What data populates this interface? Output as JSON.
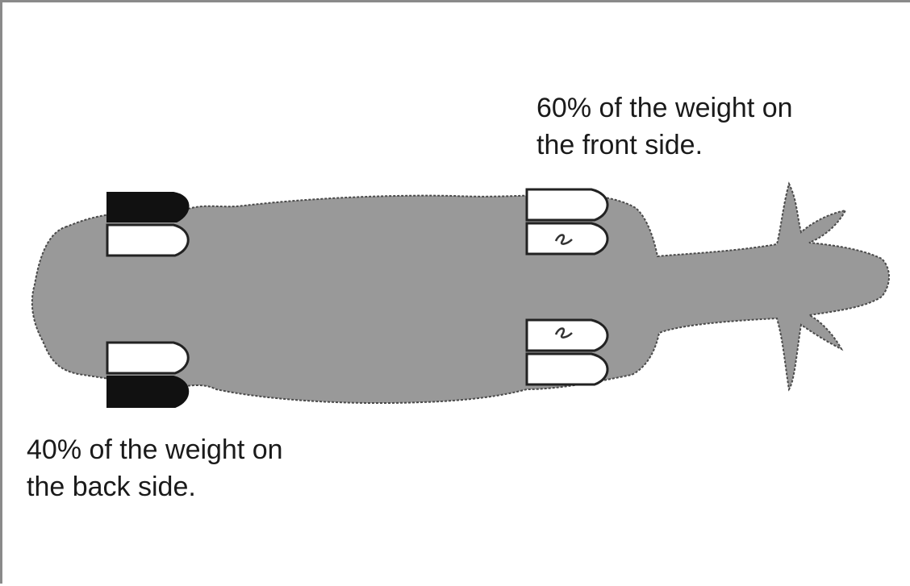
{
  "captions": {
    "front": {
      "line1": "60% of the weight on",
      "line2": "the front side."
    },
    "back": {
      "line1": "40% of the weight on",
      "line2": "the back side."
    }
  },
  "weight_distribution": {
    "front_percent": 60,
    "back_percent": 40
  },
  "colors": {
    "body_fill": "#999999",
    "outline": "#4a4a4a",
    "hoof_highlight": "#111111",
    "hoof_plain": "#ffffff"
  }
}
